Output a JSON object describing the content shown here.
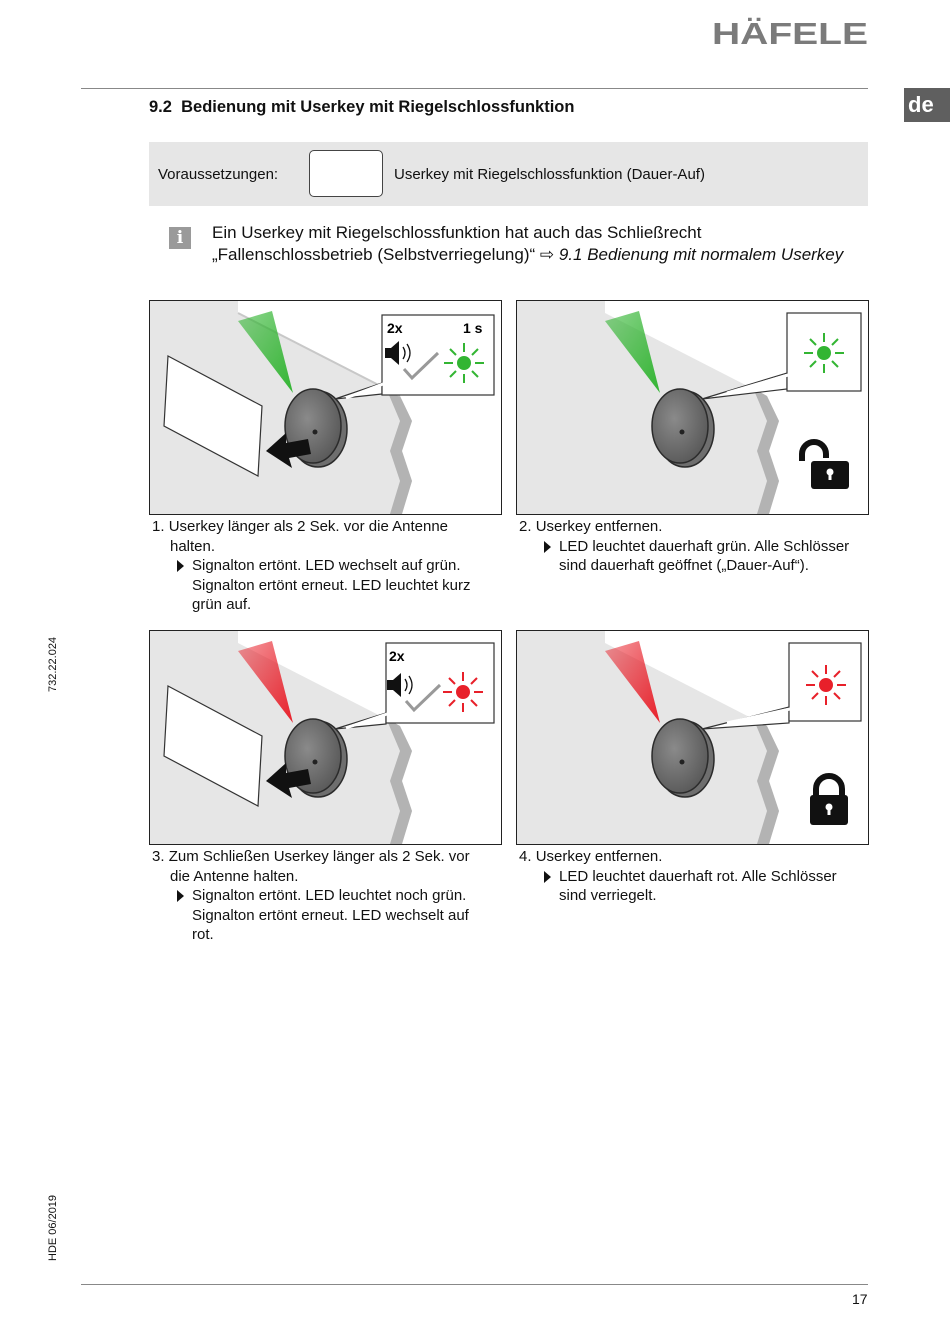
{
  "header": {
    "brand": "HÄFELE",
    "language_tab": "de"
  },
  "section": {
    "number": "9.2",
    "title": "Bedienung mit Userkey mit Riegelschlossfunktion"
  },
  "prerequisites": {
    "label": "Voraussetzungen:",
    "value": "Userkey mit Riegelschlossfunktion (Dauer-Auf)"
  },
  "note": {
    "icon": "info-icon",
    "line1": "Ein Userkey mit Riegelschlossfunktion hat auch das Schließrecht",
    "line2_text": "„Fallenschlossbetrieb (Selbstverriegelung)“ ",
    "ref_arrow": "⇨",
    "ref": " 9.1 Bedienung mit normalem Userkey"
  },
  "colors": {
    "led_green": "#33b533",
    "led_red": "#e8202a",
    "panel_gray": "#e6e6e6"
  },
  "steps": [
    {
      "number": "1.",
      "line1": "Userkey länger als 2 Sek. vor die Antenne",
      "line2": "halten.",
      "results": [
        "Signalton ertönt. LED wechselt auf grün.",
        "Signalton ertönt erneut. LED leuchtet kurz",
        "grün auf."
      ],
      "callout_count": "2x",
      "callout_time": "1 s",
      "led": "green",
      "lock": ""
    },
    {
      "number": "2.",
      "line1": "Userkey entfernen.",
      "line2": "",
      "results": [
        "LED leuchtet dauerhaft grün. Alle Schlösser",
        "sind dauerhaft geöffnet („Dauer-Auf“)."
      ],
      "led": "green",
      "lock": "unlocked-padlock-icon"
    },
    {
      "number": "3.",
      "line1": "Zum Schließen Userkey länger als 2 Sek. vor",
      "line2": "die Antenne halten.",
      "results": [
        "Signalton ertönt. LED leuchtet noch grün.",
        "Signalton ertönt erneut. LED wechselt auf",
        "rot."
      ],
      "callout_count": "2x",
      "led": "red",
      "lock": ""
    },
    {
      "number": "4.",
      "line1": "Userkey entfernen.",
      "line2": "",
      "results": [
        "LED leuchtet dauerhaft rot. Alle Schlösser",
        "sind verriegelt."
      ],
      "led": "red",
      "lock": "locked-padlock-icon"
    }
  ],
  "side": {
    "doc_number": "732.22.024",
    "edition": "HDE 06/2019"
  },
  "footer": {
    "page_number": "17"
  }
}
